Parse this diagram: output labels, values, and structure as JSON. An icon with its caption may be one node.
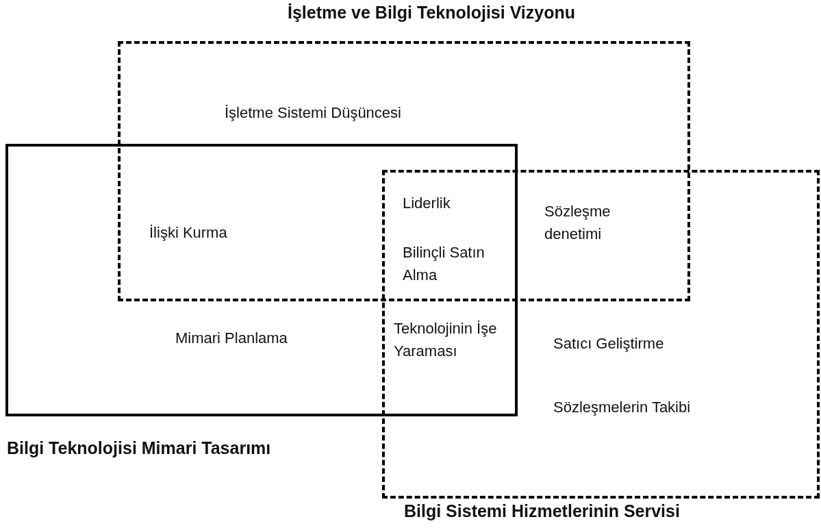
{
  "diagram": {
    "nodes": [
      {
        "text": [
          "İşletme ve Bilgi Teknolojisi Vizyonu"
        ]
      },
      {
        "text": [
          "Bilgi Teknolojisi Mimari Tasarımı"
        ]
      },
      {
        "text": [
          "Bilgi Sistemi Hizmetlerinin Servisi"
        ]
      }
    ],
    "labels": [
      "İşletme Sistemi Düşüncesi",
      "Liderlik",
      "İlişki Kurma",
      "Sözleşme denetimi",
      "Bilinçli Satın Alma",
      "Mimari Planlama",
      "Teknolojinin İşe Yaraması",
      "Satıcı Geliştirme",
      "Sözleşmelerin Takibi"
    ]
  }
}
